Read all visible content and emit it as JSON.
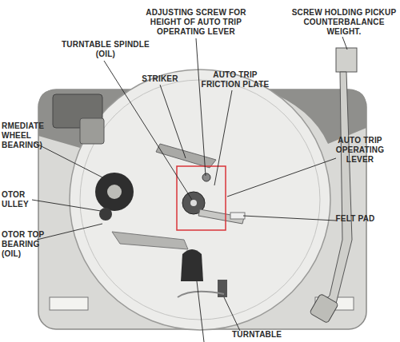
{
  "diagram": {
    "labels": [
      "ADJUSTING SCREW FOR HEIGHT OF AUTO TRIP OPERATING LEVER",
      "SCREW HOLDING PICKUP COUNTERBALANCE WEIGHT.",
      "TURNTABLE SPINDLE (OIL)",
      "STRIKER",
      "AUTO TRIP FRICTION PLATE",
      "RMEDIATE WHEEL BEARING)",
      "AUTO TRIP OPERATING LEVER",
      "OTOR ULLEY",
      "FELT PAD",
      "OTOR TOP BEARING (OIL)",
      "TURNTABLE"
    ]
  }
}
